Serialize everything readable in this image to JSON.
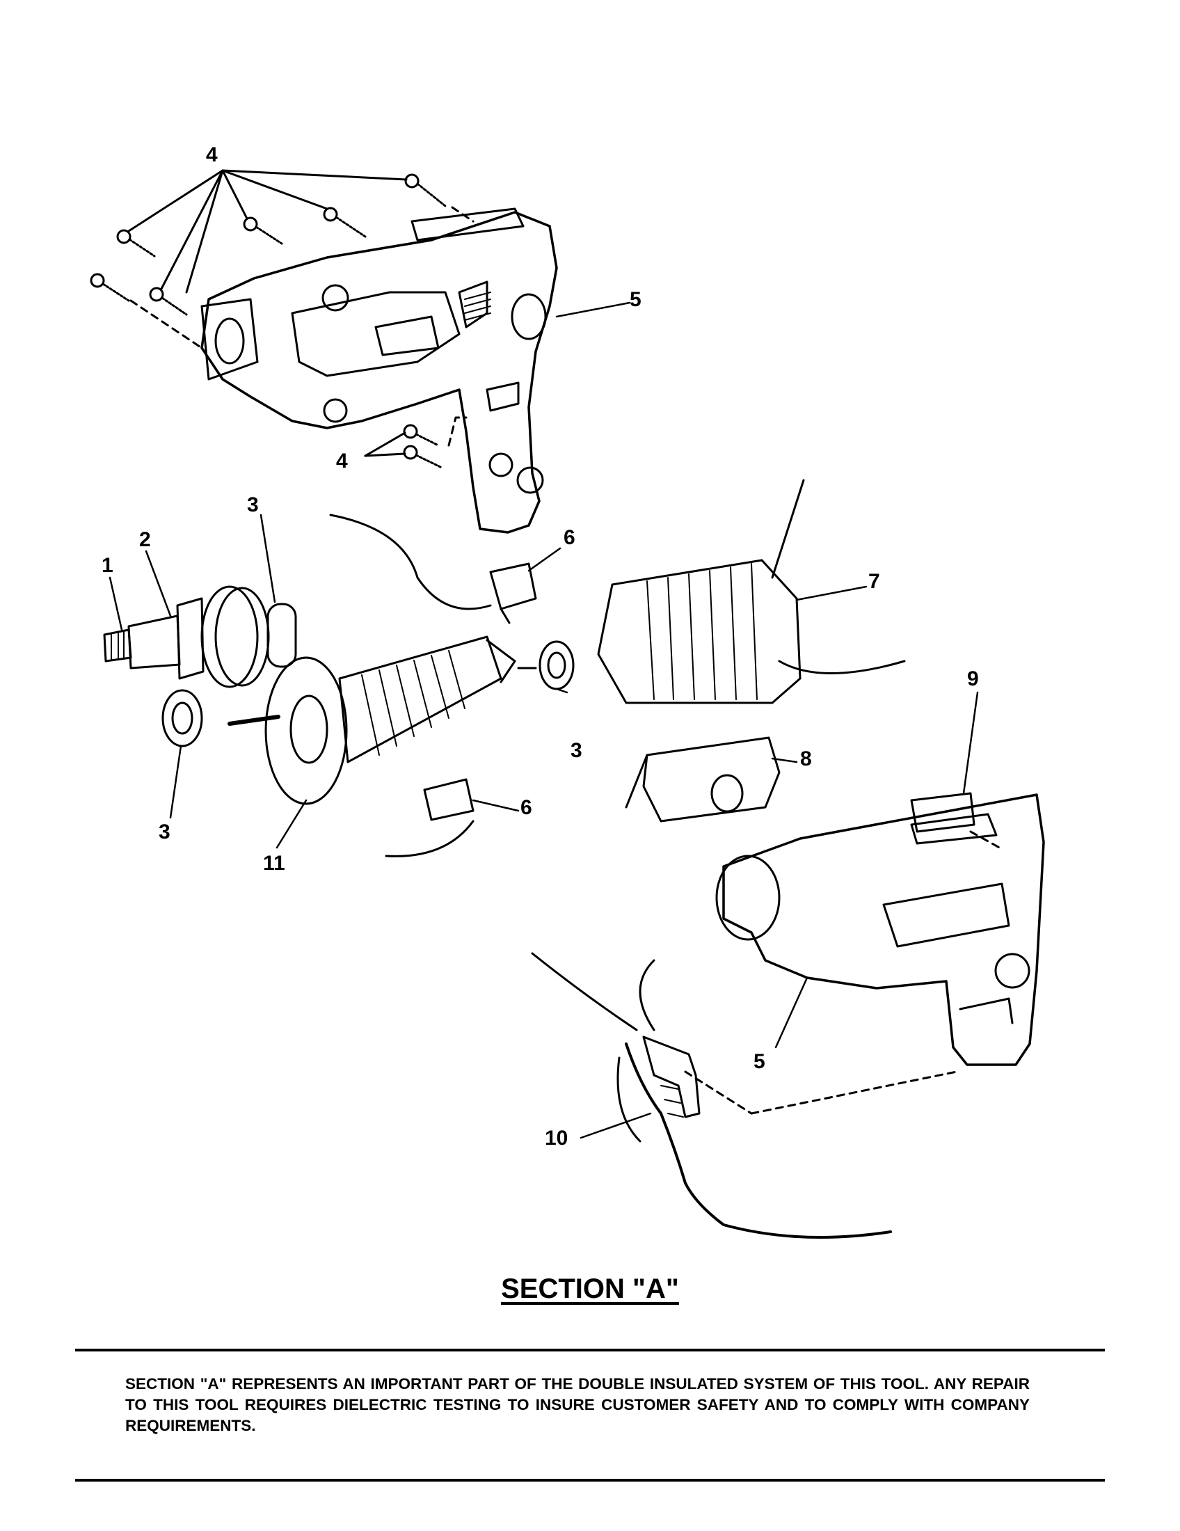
{
  "diagram": {
    "callouts": [
      {
        "id": "c4-top",
        "text": "4"
      },
      {
        "id": "c5-top",
        "text": "5"
      },
      {
        "id": "c4-mid",
        "text": "4"
      },
      {
        "id": "c3-a",
        "text": "3"
      },
      {
        "id": "c1",
        "text": "1"
      },
      {
        "id": "c2",
        "text": "2"
      },
      {
        "id": "c6-a",
        "text": "6"
      },
      {
        "id": "c7",
        "text": "7"
      },
      {
        "id": "c9",
        "text": "9"
      },
      {
        "id": "c3-b",
        "text": "3"
      },
      {
        "id": "c8",
        "text": "8"
      },
      {
        "id": "c6-b",
        "text": "6"
      },
      {
        "id": "c3-c",
        "text": "3"
      },
      {
        "id": "c11",
        "text": "11"
      },
      {
        "id": "c5-bottom",
        "text": "5"
      },
      {
        "id": "c10",
        "text": "10"
      }
    ]
  },
  "section": {
    "title": "SECTION \"A\"",
    "note": "SECTION \"A\" REPRESENTS AN IMPORTANT PART OF THE DOUBLE INSULATED SYSTEM OF THIS TOOL. ANY REPAIR TO THIS TOOL REQUIRES DIELECTRIC TESTING TO INSURE CUSTOMER SAFETY AND TO COMPLY WITH COMPANY REQUIREMENTS."
  }
}
